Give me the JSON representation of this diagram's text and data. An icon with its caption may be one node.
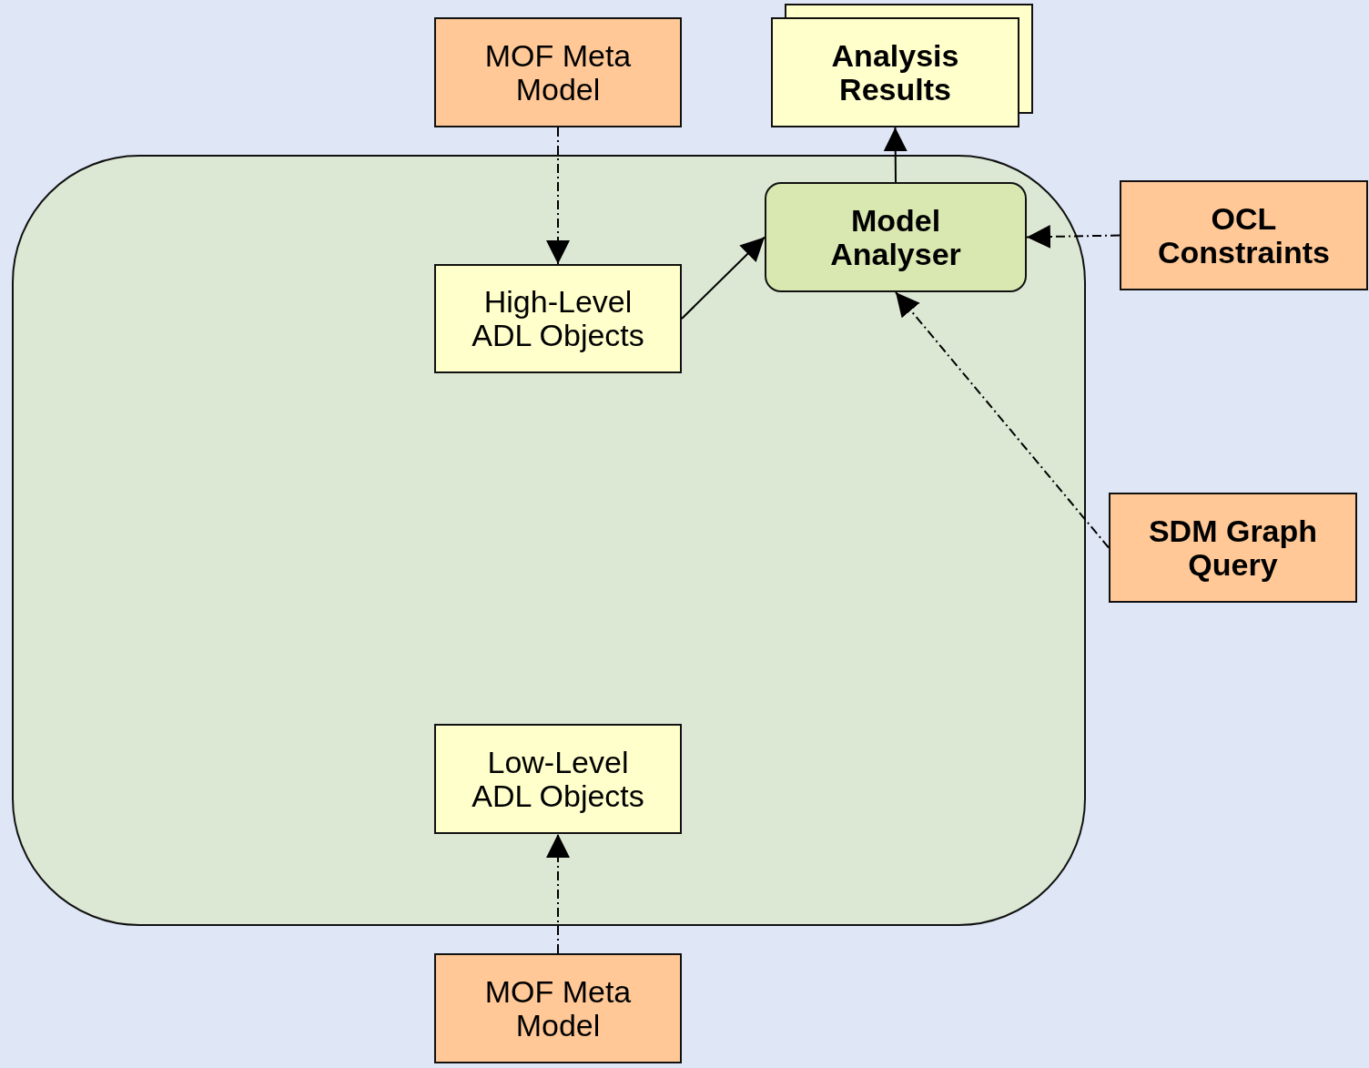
{
  "diagram": {
    "nodes": [
      {
        "text": [
          "MOF Meta Model"
        ]
      },
      {
        "text": [
          "Analysis Results"
        ]
      },
      {
        "text": [],
        "shape": "box"
      },
      {
        "text": [
          "Model Analyser"
        ],
        "in": 2
      },
      {
        "text": [
          "OCL Constraints"
        ]
      },
      {
        "text": [
          "High-Level ADL Objects"
        ],
        "in": 2
      },
      {
        "text": [
          "SDM Graph Query"
        ]
      },
      {
        "text": [
          "Low-Level ADL Objects"
        ],
        "in": 2
      },
      {
        "text": [
          "MOF Meta Model"
        ]
      }
    ],
    "edges": [
      {
        "from": 0,
        "to": 5,
        "arrow": "to",
        "style": "dashed"
      },
      {
        "from": 5,
        "to": 3,
        "arrow": "to"
      },
      {
        "from": 3,
        "to": 1,
        "arrow": "to"
      },
      {
        "from": 4,
        "to": 3,
        "arrow": "to",
        "style": "dashed"
      },
      {
        "from": 6,
        "to": 3,
        "arrow": "to",
        "style": "dashed"
      },
      {
        "from": 8,
        "to": 7,
        "arrow": "to",
        "style": "dashed"
      }
    ]
  }
}
